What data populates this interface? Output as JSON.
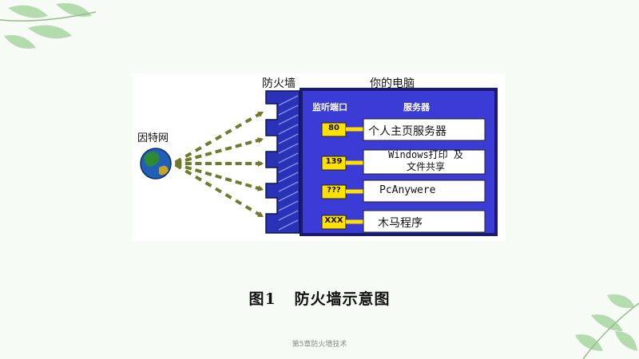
{
  "labels": {
    "internet": "因特网",
    "firewall": "防火墙",
    "your_computer": "你的电脑",
    "port_header": "监听端口",
    "server_header": "服务器"
  },
  "rows": [
    {
      "port": "80",
      "service": "个人主页服务器"
    },
    {
      "port": "139",
      "service": "Windows打印 及文件共享"
    },
    {
      "port": "???",
      "service": "PcAnywere"
    },
    {
      "port": "XXX",
      "service": "木马程序"
    }
  ],
  "caption": {
    "figure_no": "图1",
    "title": "防火墙示意图"
  },
  "footer": "第5章防火墙技术",
  "colors": {
    "panel": "#3b3bd6",
    "panel_border": "#1a1a6e",
    "firewall_blue": "#2a33b8",
    "port_yellow": "#ffe100",
    "connector_yellow": "#ffe100",
    "dash_green": "#6f7a2a",
    "leaf_green": "#8fc48c"
  },
  "icons": {
    "internet": "globe-icon",
    "decoration": "leaf-branch-icon"
  }
}
